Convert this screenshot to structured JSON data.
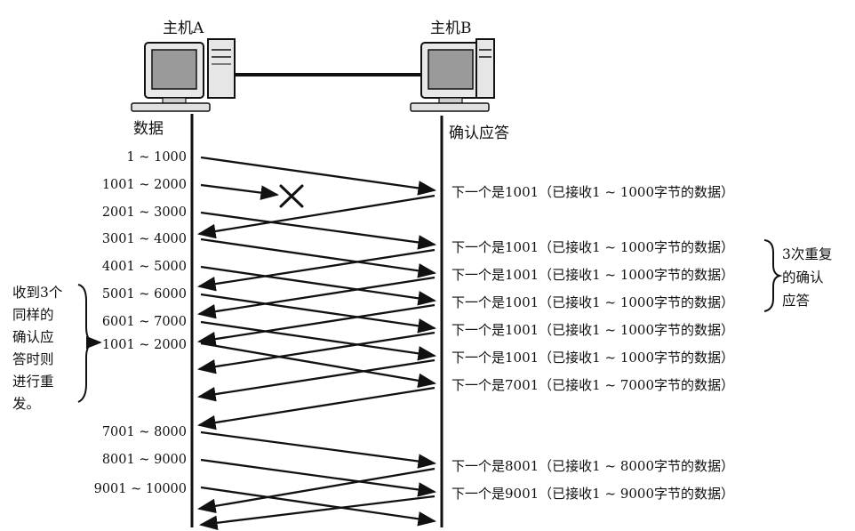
{
  "hosts": {
    "a": "主机A",
    "b": "主机B"
  },
  "columns": {
    "left": "数据",
    "right": "确认应答"
  },
  "segments": [
    "1 ~ 1000",
    "1001 ~ 2000",
    "2001 ~ 3000",
    "3001 ~ 4000",
    "4001 ~ 5000",
    "5001 ~ 6000",
    "6001 ~ 7000",
    "1001 ~ 2000",
    "7001 ~ 8000",
    "8001 ~ 9000",
    "9001 ~ 10000"
  ],
  "acks": [
    "下一个是1001（已接收1 ~ 1000字节的数据）",
    "下一个是1001（已接收1 ~ 1000字节的数据）",
    "下一个是1001（已接收1 ~ 1000字节的数据）",
    "下一个是1001（已接收1 ~ 1000字节的数据）",
    "下一个是1001（已接收1 ~ 1000字节的数据）",
    "下一个是1001（已接收1 ~ 1000字节的数据）",
    "下一个是7001（已接收1 ~ 7000字节的数据）",
    "下一个是8001（已接收1 ~ 8000字节的数据）",
    "下一个是9001（已接收1 ~ 9000字节的数据）"
  ],
  "notes": {
    "right": [
      "3次重复",
      "的确认",
      "应答"
    ],
    "left": [
      "收到3个",
      "同样的",
      "确认应",
      "答时则",
      "进行重",
      "发。"
    ]
  },
  "lost_marker": "×",
  "colors": {
    "ink": "#111111",
    "screen": "#9a9a9a",
    "case": "#e6e6e6"
  }
}
